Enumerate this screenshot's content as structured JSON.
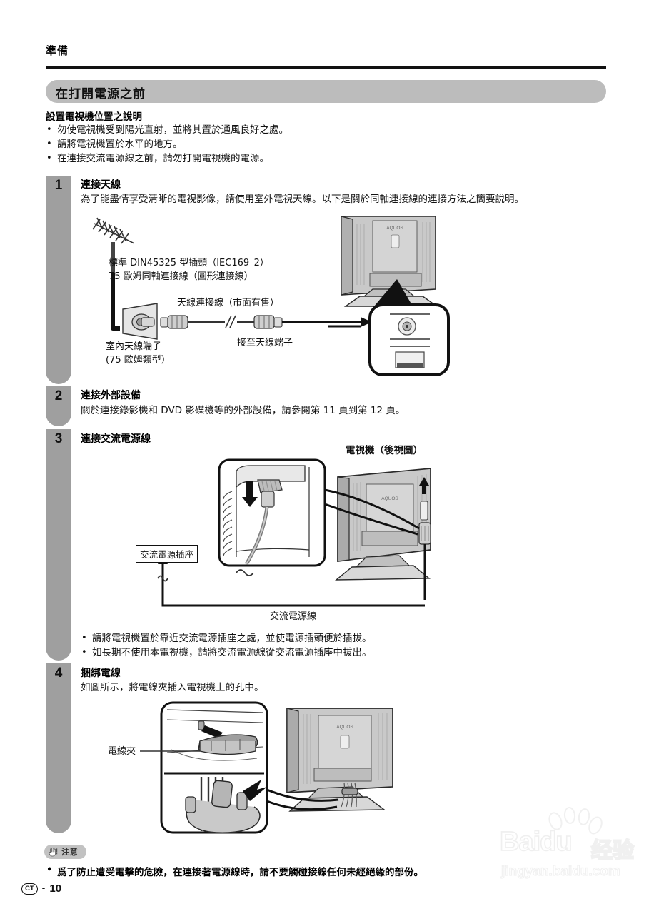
{
  "document": {
    "running_head": "準備",
    "section_title": "在打開電源之前",
    "page_number": "10",
    "page_prefix": "CT",
    "page_dash": "-"
  },
  "intro": {
    "title": "設置電視機位置之說明",
    "bullets": [
      "勿使電視機受到陽光直射，並將其置於通風良好之處。",
      "請將電視機置於水平的地方。",
      "在連接交流電源線之前，請勿打開電視機的電源。"
    ]
  },
  "steps": [
    {
      "number": "1",
      "title": "連接天線",
      "body": "為了能盡情享受清晰的電視影像，請使用室外電視天線。以下是關於同軸連接線的連接方法之簡要說明。",
      "figure_labels": {
        "plug_spec_line1": "標準 DIN45325 型插頭（IEC169–2）",
        "plug_spec_line2": "75 歐姆同軸連接線（圓形連接線）",
        "antenna_cable": "天線連接線（市面有售）",
        "wall_terminal_line1": "室內天線端子",
        "wall_terminal_line2": "(75 歐姆類型）",
        "connect_to": "接至天線端子",
        "tv_brand": "AQUOS"
      }
    },
    {
      "number": "2",
      "title": "連接外部設備",
      "body": "關於連接錄影機和 DVD 影碟機等的外部設備，請參閱第 11 頁到第 12 頁。",
      "figure_labels": {}
    },
    {
      "number": "3",
      "title": "連接交流電源線",
      "body": "",
      "figure_labels": {
        "tv_rear_view": "電視機（後視圖）",
        "ac_outlet": "交流電源插座",
        "ac_power_cord": "交流電源線",
        "tv_brand": "AQUOS"
      },
      "bullets": [
        "請將電視機置於靠近交流電源插座之處，並使電源插頭便於插拔。",
        "如長期不使用本電視機，請將交流電源線從交流電源插座中拔出。"
      ]
    },
    {
      "number": "4",
      "title": "捆綁電線",
      "body": "如圖所示，將電線夾插入電視機上的孔中。",
      "figure_labels": {
        "cable_clamp": "電線夾",
        "tv_brand": "AQUOS"
      }
    }
  ],
  "caution": {
    "badge_label": "注意",
    "badge_icon": "hand-warning-icon",
    "text": "爲了防止遭受電擊的危險，在連接著電源線時，請不要觸碰接線任何未經絕緣的部份。"
  },
  "watermark": {
    "main": "Baidu",
    "cn": "经验",
    "url": "jingyan.baidu.com"
  },
  "colors": {
    "rail_gray": "#9f9f9f",
    "pill_gray": "#bcbcbc",
    "rule_black": "#111111",
    "caution_gray": "#c2c2c2"
  }
}
